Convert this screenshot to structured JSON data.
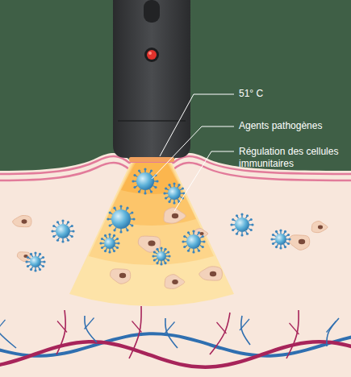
{
  "diagram": {
    "labels": [
      "51° C",
      "Agents pathogènes",
      "Régulation des cellules immunitaires"
    ]
  }
}
